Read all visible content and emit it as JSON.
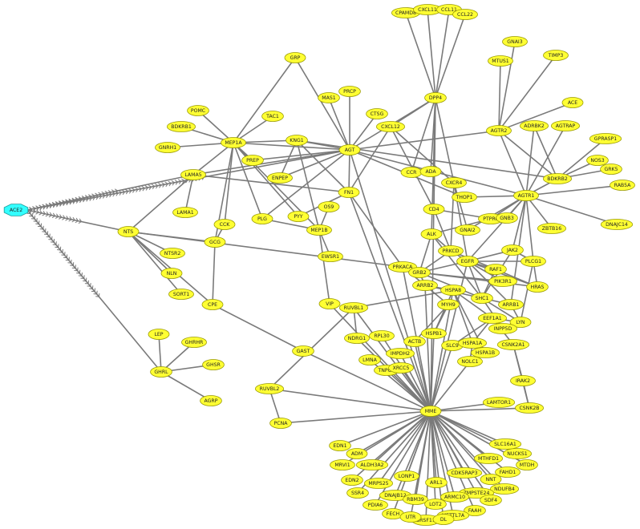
{
  "diagram": {
    "type": "network",
    "hub": "ACE2",
    "colors": {
      "node": "#ffff33",
      "hub": "#33ffff",
      "edge": "#7a7a7a"
    },
    "nodes": [
      "ACE2",
      "CPAMD8",
      "CXCL11",
      "CCL11",
      "CCL22",
      "GNAI3",
      "MTUS1",
      "TIMP3",
      "GRP",
      "DPP4",
      "MAS1",
      "PRCP",
      "POMC",
      "ACE",
      "TAC1",
      "CTSG",
      "CXCL12",
      "AGTR2",
      "ADRBK2",
      "AGTRAP",
      "GPRASP1",
      "BDKRB1",
      "MEP1A",
      "KNG1",
      "GNRH1",
      "AGT",
      "NOS3",
      "GRK5",
      "PREP",
      "LAMA5",
      "ENPEP",
      "CCR5",
      "ADA",
      "BDKRB2",
      "RAB5A",
      "CXCR4",
      "FN1",
      "THOP1",
      "AGTR1",
      "LAMA1",
      "OS9",
      "PYY",
      "CCK",
      "PLG",
      "MEP1B",
      "CD4",
      "PTPRC",
      "GNB3",
      "ZBTB16",
      "DNAJC14",
      "NTS",
      "GCG",
      "EWSR1",
      "ALK",
      "GNAI2",
      "NTSR2",
      "PRKCD",
      "EGFR",
      "JAK2",
      "PLCG1",
      "PRKACA",
      "GRB2",
      "RAF1",
      "NLN",
      "ARRB2",
      "PIK3R1",
      "HSPA8",
      "SHC1",
      "SORT1",
      "CPE",
      "VIP",
      "MYH9",
      "ARRB1",
      "HRAS",
      "RUVBL1",
      "EEF1A1",
      "LYN",
      "INPP5D",
      "LEP",
      "HSPB1",
      "NDRG1",
      "RPL30",
      "GHRHR",
      "ACTB",
      "SLC9A1",
      "HSPA1A",
      "HSPA1B",
      "CSNK2A1",
      "IMPDH2",
      "GAST",
      "LMNA",
      "GHRL",
      "GHSR",
      "NOLC1",
      "TNPO1",
      "XRCC5",
      "IRAK2",
      "RUVBL2",
      "AGRP",
      "LAMTOR1",
      "MME",
      "CSNK2B",
      "PCNA",
      "EDN1",
      "SLC16A1",
      "ADM",
      "NUCKS1",
      "MTHFD1",
      "MRVI1",
      "ALDH3A2",
      "MTDH",
      "FAHD1",
      "EDN2",
      "NNT",
      "MRPS25",
      "LONP1",
      "CDK5RAP3",
      "NDUFB4",
      "SSR4",
      "ARL1",
      "CMPSTE24",
      "SDF4",
      "DNAJB12",
      "RBM39",
      "ARMC10",
      "PDIA6",
      "FAAH",
      "FECH",
      "LOT2",
      "METTL7A",
      "SRSF11",
      "UTR",
      "DL"
    ],
    "labels": {
      "ACE2": "ACE2",
      "CPAMD8": "CPAMD8",
      "CXCL11": "CXCL11",
      "CCL11": "CCL11",
      "CCL22": "CCL22",
      "GNAI3": "GNAI3",
      "MTUS1": "MTUS1",
      "TIMP3": "TIMP3",
      "GRP": "GRP",
      "DPP4": "DPP4",
      "MAS1": "MAS1",
      "PRCP": "PRCP",
      "POMC": "POMC",
      "ACE": "ACE",
      "TAC1": "TAC1",
      "CTSG": "CTSG",
      "CXCL12": "CXCL12",
      "AGTR2": "AGTR2",
      "ADRBK2": "ADRBK2",
      "AGTRAP": "AGTRAP",
      "GPRASP1": "GPRASP1",
      "BDKRB1": "BDKRB1",
      "MEP1A": "MEP1A",
      "KNG1": "KNG1",
      "GNRH1": "GNRH1",
      "AGT": "AGT",
      "NOS3": "NOS3",
      "GRK5": "GRK5",
      "PREP": "PREP",
      "LAMA5": "LAMA5",
      "ENPEP": "ENPEP",
      "CCR5": "CCR",
      "ADA": "ADA",
      "BDKRB2": "BDKRB2",
      "RAB5A": "RAB5A",
      "CXCR4": "CXCR4",
      "FN1": "FN1",
      "THOP1": "THOP1",
      "AGTR1": "AGTR1",
      "LAMA1": "LAMA1",
      "OS9": "OS9",
      "PYY": "PYY",
      "CCK": "CCK",
      "PLG": "PLG",
      "MEP1B": "MEP1B",
      "CD4": "CD4",
      "PTPRC": "PTPRC",
      "GNB3": "GNB3",
      "ZBTB16": "ZBTB16",
      "DNAJC14": "DNAJC14",
      "NTS": "NTS",
      "GCG": "GCG",
      "EWSR1": "EWSR1",
      "ALK": "ALK",
      "GNAI2": "GNAI2",
      "NTSR2": "NTSR2",
      "PRKCD": "PRKCD",
      "EGFR": "EGFR",
      "JAK2": "JAK2",
      "PLCG1": "PLCG1",
      "PRKACA": "PRKACA",
      "GRB2": "GRB2",
      "RAF1": "RAF1",
      "NLN": "NLN",
      "ARRB2": "ARRB2",
      "PIK3R1": "PIK3R1",
      "HSPA8": "HSPA8",
      "SHC1": "SHC1",
      "SORT1": "SORT1",
      "CPE": "CPE",
      "VIP": "VIP",
      "MYH9": "MYH9",
      "ARRB1": "ARRB1",
      "HRAS": "HRAS",
      "RUVBL1": "RUVBL1",
      "EEF1A1": "EEF1A1",
      "LYN": "LYN",
      "INPP5D": "INPP5D",
      "LEP": "LEP",
      "HSPB1": "HSPB1",
      "NDRG1": "NDRG1",
      "RPL30": "RPL30",
      "GHRHR": "GHRHR",
      "ACTB": "ACTB",
      "SLC9A1": "SLC9",
      "HSPA1A": "HSPA1A",
      "HSPA1B": "HSPA1B",
      "CSNK2A1": "CSNK2A1",
      "IMPDH2": "IMPDH2",
      "GAST": "GAST",
      "LMNA": "LMNA",
      "GHRL": "GHRL",
      "GHSR": "GHSR",
      "NOLC1": "NOLC1",
      "TNPO1": "TNPO1",
      "XRCC5": "XRCC5",
      "IRAK2": "IRAK2",
      "RUVBL2": "RUVBL2",
      "AGRP": "AGRP",
      "LAMTOR1": "LAMTOR1",
      "MME": "MME",
      "CSNK2B": "CSNK2B",
      "PCNA": "PCNA",
      "EDN1": "EDN1",
      "SLC16A1": "SLC16A1",
      "ADM": "ADM",
      "NUCKS1": "NUCKS1",
      "MTHFD1": "MTHFD1",
      "MRVI1": "MRVI1",
      "ALDH3A2": "ALDH3A2",
      "MTDH": "MTDH",
      "FAHD1": "FAHD1",
      "EDN2": "EDN2",
      "NNT": "NNT",
      "MRPS25": "MRPS25",
      "LONP1": "LONP1",
      "CDK5RAP3": "CDK5RAP3",
      "NDUFB4": "NDUFB4",
      "SSR4": "SSR4",
      "ARL1": "ARL1",
      "CMPSTE24": "ZMPSTE24",
      "SDF4": "SDF4",
      "DNAJB12": "DNAJB12",
      "RBM39": "RBM39",
      "ARMC10": "ARMC10",
      "PDIA6": "PDIA6",
      "FAAH": "FAAH",
      "FECH": "FECH",
      "LOT2": "LOT2",
      "METTL7A": "METTL7A",
      "SRSF11": "SRSF11",
      "UTR": "UTR",
      "DL": "DL"
    },
    "hub_edges": [
      "AGT",
      "LAMA5",
      "NTS",
      "GHRL"
    ],
    "edges": [
      [
        "CPAMD8",
        "DPP4"
      ],
      [
        "CXCL11",
        "DPP4"
      ],
      [
        "CCL11",
        "DPP4"
      ],
      [
        "CCL22",
        "DPP4"
      ],
      [
        "GNAI3",
        "AGTR2"
      ],
      [
        "MTUS1",
        "AGTR2"
      ],
      [
        "TIMP3",
        "AGTR2"
      ],
      [
        "GRP",
        "MEP1A"
      ],
      [
        "GRP",
        "AGT"
      ],
      [
        "DPP4",
        "AGT"
      ],
      [
        "DPP4",
        "CXCL12"
      ],
      [
        "DPP4",
        "ADA"
      ],
      [
        "DPP4",
        "CCR5"
      ],
      [
        "DPP4",
        "CD4"
      ],
      [
        "DPP4",
        "ALK"
      ],
      [
        "DPP4",
        "MME"
      ],
      [
        "DPP4",
        "CXCR4"
      ],
      [
        "MAS1",
        "AGT"
      ],
      [
        "PRCP",
        "AGT"
      ],
      [
        "CTSG",
        "AGT"
      ],
      [
        "AGT",
        "AGTR2"
      ],
      [
        "AGT",
        "AGTR1"
      ],
      [
        "AGT",
        "KNG1"
      ],
      [
        "AGT",
        "MEP1A"
      ],
      [
        "AGT",
        "FN1"
      ],
      [
        "AGT",
        "PREP"
      ],
      [
        "AGT",
        "ENPEP"
      ],
      [
        "AGT",
        "LAMA5"
      ],
      [
        "AGT",
        "THOP1"
      ],
      [
        "AGT",
        "MME"
      ],
      [
        "AGT",
        "PLG"
      ],
      [
        "POMC",
        "MEP1A"
      ],
      [
        "BDKRB1",
        "MEP1A"
      ],
      [
        "GNRH1",
        "MEP1A"
      ],
      [
        "TAC1",
        "MEP1A"
      ],
      [
        "MEP1A",
        "KNG1"
      ],
      [
        "MEP1A",
        "LAMA5"
      ],
      [
        "MEP1A",
        "PREP"
      ],
      [
        "MEP1A",
        "CCK"
      ],
      [
        "MEP1A",
        "GCG"
      ],
      [
        "MEP1A",
        "PLG"
      ],
      [
        "MEP1A",
        "PYY"
      ],
      [
        "MEP1A",
        "MEP1B"
      ],
      [
        "KNG1",
        "BDKRB2"
      ],
      [
        "KNG1",
        "MEP1B"
      ],
      [
        "KNG1",
        "FN1"
      ],
      [
        "KNG1",
        "ENPEP"
      ],
      [
        "CXCL12",
        "CXCR4"
      ],
      [
        "CXCL12",
        "FN1"
      ],
      [
        "CXCL12",
        "CD4"
      ],
      [
        "ACE",
        "AGTR2"
      ],
      [
        "ADRBK2",
        "AGTR1"
      ],
      [
        "ADRBK2",
        "BDKRB2"
      ],
      [
        "AGTRAP",
        "AGTR1"
      ],
      [
        "GPRASP1",
        "BDKRB2"
      ],
      [
        "NOS3",
        "BDKRB2"
      ],
      [
        "GRK5",
        "BDKRB2"
      ],
      [
        "RAB5A",
        "AGTR1"
      ],
      [
        "DNAJC14",
        "AGTR1"
      ],
      [
        "ZBTB16",
        "AGTR1"
      ],
      [
        "AGTR2",
        "AGTR1"
      ],
      [
        "AGTR2",
        "BDKRB2"
      ],
      [
        "AGTR1",
        "BDKRB2"
      ],
      [
        "AGTR1",
        "JAK2"
      ],
      [
        "AGTR1",
        "PLCG1"
      ],
      [
        "AGTR1",
        "GNB3"
      ],
      [
        "AGTR1",
        "EGFR"
      ],
      [
        "AGTR1",
        "ARRB1"
      ],
      [
        "AGTR1",
        "GNAI2"
      ],
      [
        "AGTR1",
        "THOP1"
      ],
      [
        "AGTR1",
        "PTPRC"
      ],
      [
        "LAMA5",
        "LAMA1"
      ],
      [
        "LAMA5",
        "NTS"
      ],
      [
        "LAMA5",
        "FN1"
      ],
      [
        "FN1",
        "MME"
      ],
      [
        "FN1",
        "PRKACA"
      ],
      [
        "FN1",
        "PYY"
      ],
      [
        "CCK",
        "GCG"
      ],
      [
        "PLG",
        "MEP1B"
      ],
      [
        "MEP1B",
        "OS9"
      ],
      [
        "MEP1B",
        "EWSR1"
      ],
      [
        "MEP1B",
        "VIP"
      ],
      [
        "NTS",
        "NTSR2"
      ],
      [
        "NTS",
        "NLN"
      ],
      [
        "NTS",
        "SORT1"
      ],
      [
        "NTS",
        "CPE"
      ],
      [
        "NTS",
        "PRKACA"
      ],
      [
        "NTS",
        "GCG"
      ],
      [
        "GCG",
        "CPE"
      ],
      [
        "CPE",
        "GAST"
      ],
      [
        "LEP",
        "GHRL"
      ],
      [
        "GHRHR",
        "GHRL"
      ],
      [
        "GHSR",
        "GHRL"
      ],
      [
        "AGRP",
        "GHRL"
      ],
      [
        "CXCR4",
        "EGFR"
      ],
      [
        "CXCR4",
        "PRKCD"
      ],
      [
        "CXCR4",
        "GNAI2"
      ],
      [
        "CD4",
        "PRKCD"
      ],
      [
        "CD4",
        "PTPRC"
      ],
      [
        "ALK",
        "GRB2"
      ],
      [
        "ALK",
        "SHC1"
      ],
      [
        "ALK",
        "PTPRC"
      ],
      [
        "ALK",
        "PRKCD"
      ],
      [
        "PRKCD",
        "EGFR"
      ],
      [
        "PRKCD",
        "GRB2"
      ],
      [
        "PRKCD",
        "RAF1"
      ],
      [
        "EGFR",
        "GRB2"
      ],
      [
        "EGFR",
        "SHC1"
      ],
      [
        "EGFR",
        "PIK3R1"
      ],
      [
        "EGFR",
        "PLCG1"
      ],
      [
        "EGFR",
        "JAK2"
      ],
      [
        "EGFR",
        "RAF1"
      ],
      [
        "EGFR",
        "ARRB1"
      ],
      [
        "EGFR",
        "HRAS"
      ],
      [
        "EGFR",
        "MME"
      ],
      [
        "JAK2",
        "SHC1"
      ],
      [
        "JAK2",
        "PLCG1"
      ],
      [
        "PLCG1",
        "LYN"
      ],
      [
        "PLCG1",
        "HRAS"
      ],
      [
        "GRB2",
        "SHC1"
      ],
      [
        "GRB2",
        "PIK3R1"
      ],
      [
        "GRB2",
        "HRAS"
      ],
      [
        "GRB2",
        "ARRB2"
      ],
      [
        "GRB2",
        "PRKACA"
      ],
      [
        "ARRB2",
        "HSPA8"
      ],
      [
        "ARRB2",
        "MYH9"
      ],
      [
        "ARRB2",
        "ARRB1"
      ],
      [
        "ARRB2",
        "PRKACA"
      ],
      [
        "HSPA8",
        "HSPA1A"
      ],
      [
        "HSPA8",
        "HSPA1B"
      ],
      [
        "HSPA8",
        "HSPB1"
      ],
      [
        "HSPA8",
        "EEF1A1"
      ],
      [
        "HSPA8",
        "MME"
      ],
      [
        "RAF1",
        "HRAS"
      ],
      [
        "RAF1",
        "SHC1"
      ],
      [
        "SHC1",
        "LYN"
      ],
      [
        "SHC1",
        "INPP5D"
      ],
      [
        "ARRB1",
        "LYN"
      ],
      [
        "EEF1A1",
        "HSPA1A"
      ],
      [
        "EEF1A1",
        "SLC9A1"
      ],
      [
        "EEF1A1",
        "CSNK2A1"
      ],
      [
        "EEF1A1",
        "LYN"
      ],
      [
        "CSNK2A1",
        "CSNK2B"
      ],
      [
        "CSNK2A1",
        "IRAK2"
      ],
      [
        "IRAK2",
        "CSNK2B"
      ],
      [
        "LAMTOR1",
        "MME"
      ],
      [
        "HSPA1A",
        "HSPA1B"
      ],
      [
        "HSPA1A",
        "NOLC1"
      ],
      [
        "HSPA1B",
        "NOLC1"
      ],
      [
        "MYH9",
        "ACTB"
      ],
      [
        "MYH9",
        "HSPB1"
      ],
      [
        "RUVBL1",
        "RUVBL2"
      ],
      [
        "RUVBL1",
        "NDRG1"
      ],
      [
        "RUVBL1",
        "MME"
      ],
      [
        "RUVBL1",
        "HSPA8"
      ],
      [
        "RPL30",
        "MME"
      ],
      [
        "NDRG1",
        "MME"
      ],
      [
        "ACTB",
        "MME"
      ],
      [
        "HSPB1",
        "MME"
      ],
      [
        "SLC9A1",
        "MME"
      ],
      [
        "IMPDH2",
        "MME"
      ],
      [
        "LMNA",
        "MME"
      ],
      [
        "TNPO1",
        "MME"
      ],
      [
        "XRCC5",
        "MME"
      ],
      [
        "NOLC1",
        "MME"
      ],
      [
        "GAST",
        "MME"
      ],
      [
        "VIP",
        "MME"
      ],
      [
        "RUVBL2",
        "MME"
      ],
      [
        "PCNA",
        "MME"
      ],
      [
        "RUVBL2",
        "PCNA"
      ],
      [
        "CSNK2B",
        "MME"
      ],
      [
        "PRKACA",
        "MME"
      ],
      [
        "ARRB2",
        "MME"
      ],
      [
        "MME",
        "EDN1"
      ],
      [
        "MME",
        "SLC16A1"
      ],
      [
        "MME",
        "ADM"
      ],
      [
        "MME",
        "NUCKS1"
      ],
      [
        "MME",
        "MTHFD1"
      ],
      [
        "MME",
        "MRVI1"
      ],
      [
        "MME",
        "ALDH3A2"
      ],
      [
        "MME",
        "MTDH"
      ],
      [
        "MME",
        "FAHD1"
      ],
      [
        "MME",
        "EDN2"
      ],
      [
        "MME",
        "NNT"
      ],
      [
        "MME",
        "MRPS25"
      ],
      [
        "MME",
        "LONP1"
      ],
      [
        "MME",
        "CDK5RAP3"
      ],
      [
        "MME",
        "NDUFB4"
      ],
      [
        "MME",
        "SSR4"
      ],
      [
        "MME",
        "ARL1"
      ],
      [
        "MME",
        "CMPSTE24"
      ],
      [
        "MME",
        "SDF4"
      ],
      [
        "MME",
        "DNAJB12"
      ],
      [
        "MME",
        "RBM39"
      ],
      [
        "MME",
        "ARMC10"
      ],
      [
        "MME",
        "PDIA6"
      ],
      [
        "MME",
        "FAAH"
      ],
      [
        "MME",
        "FECH"
      ],
      [
        "MME",
        "LOT2"
      ],
      [
        "MME",
        "METTL7A"
      ],
      [
        "MME",
        "SRSF11"
      ],
      [
        "MME",
        "UTR"
      ],
      [
        "MME",
        "DL"
      ]
    ]
  }
}
